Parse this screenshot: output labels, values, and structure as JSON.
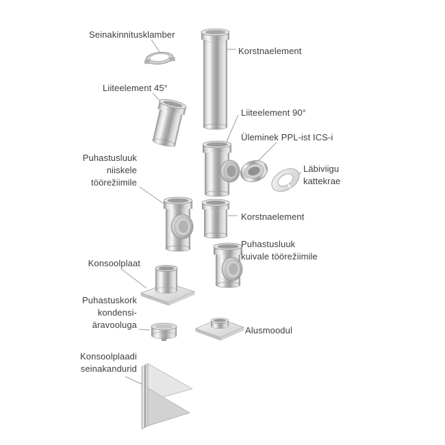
{
  "page": {
    "background": "#ffffff"
  },
  "diagram": {
    "type": "exploded-parts-diagram",
    "language": "et",
    "text_color": "#3d3d3d",
    "leader_line_color": "#9b9b9b",
    "steel_base_color": "#c0c0c0",
    "labels": {
      "seinakinnitusklamber": "Seinakinnitusklamber",
      "korstnaelement_top": "Korstnaelement",
      "liiteelement_45": "Liiteelement 45°",
      "liiteelement_90": "Liiteelement 90°",
      "yleminek": "Üleminek PPL-ist ICS-i",
      "labiviigu_kattekrae": "Läbiviigu kattekrae",
      "puhastusluuk_niiske": "Puhastusluuk niiskele töörežiimile",
      "korstnaelement_mid": "Korstnaelement",
      "puhastusluuk_kuiv": "Puhastusluuk kuivale töörežiimile",
      "konsoolplaat": "Konsoolplaat",
      "puhastuskork": "Puhastuskork kondensi-äravooluga",
      "alusmoodul": "Alusmoodul",
      "konsoolplaadi_seinakandurid": "Konsoolplaadi seinakandurid"
    }
  }
}
